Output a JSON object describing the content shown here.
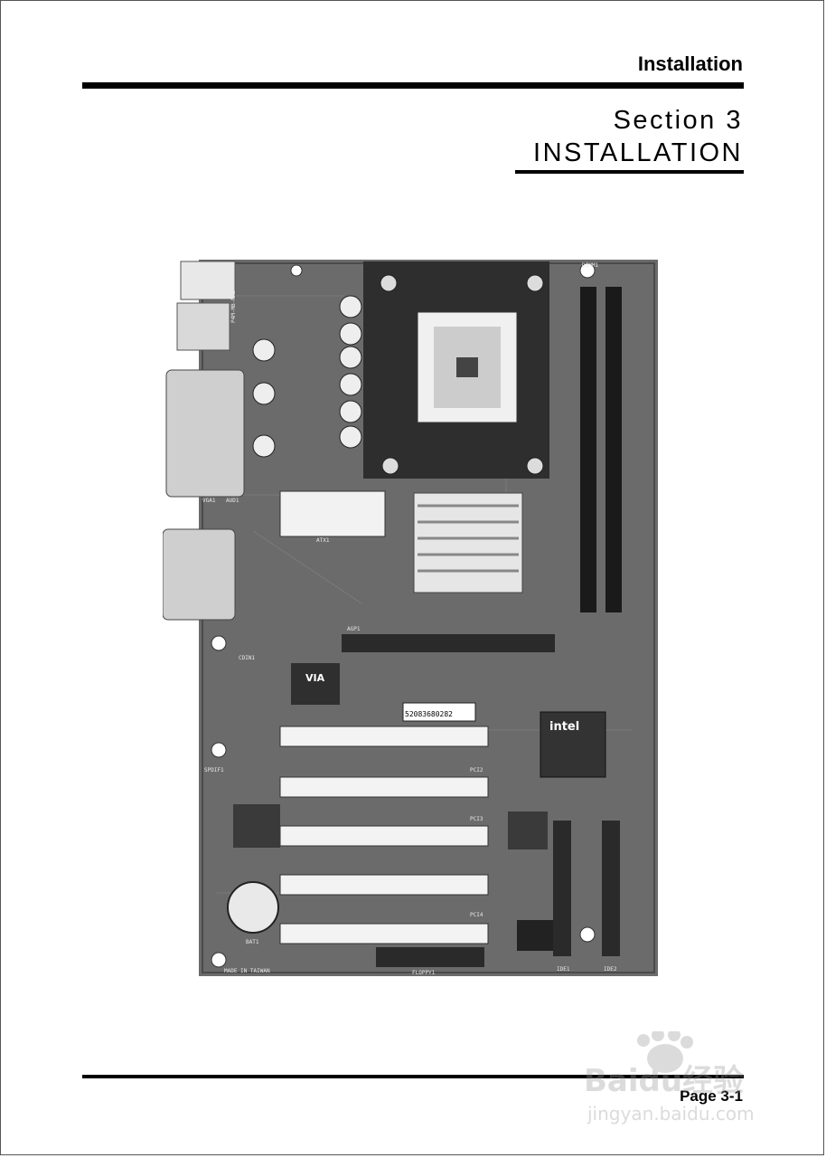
{
  "header": {
    "running_title": "Installation"
  },
  "section": {
    "number_line": "Section 3",
    "title_line": "INSTALLATION"
  },
  "figure": {
    "silkscreen": {
      "model": "P4M-MB-MM5",
      "vga": "VGA1",
      "audio": "AUD1",
      "atx": "ATX1",
      "agp": "AGP1",
      "cdin": "CDIN1",
      "spdif": "SPDIF1",
      "pci2": "PCI2",
      "pci3": "PCI3",
      "pci4": "PCI4",
      "bat": "BAT1",
      "made_in": "MADE IN TAIWAN",
      "floppy": "FLOPPY1",
      "ide1": "IDE1",
      "ide2": "IDE2",
      "dimm": "DIMM1",
      "barcode_number": "52083680282",
      "via_chip_brand": "VIA",
      "intel_chip_brand": "intel"
    }
  },
  "footer": {
    "page_number": "Page 3-1"
  },
  "watermark": {
    "brand": "Baidu经验",
    "url": "jingyan.baidu.com"
  }
}
